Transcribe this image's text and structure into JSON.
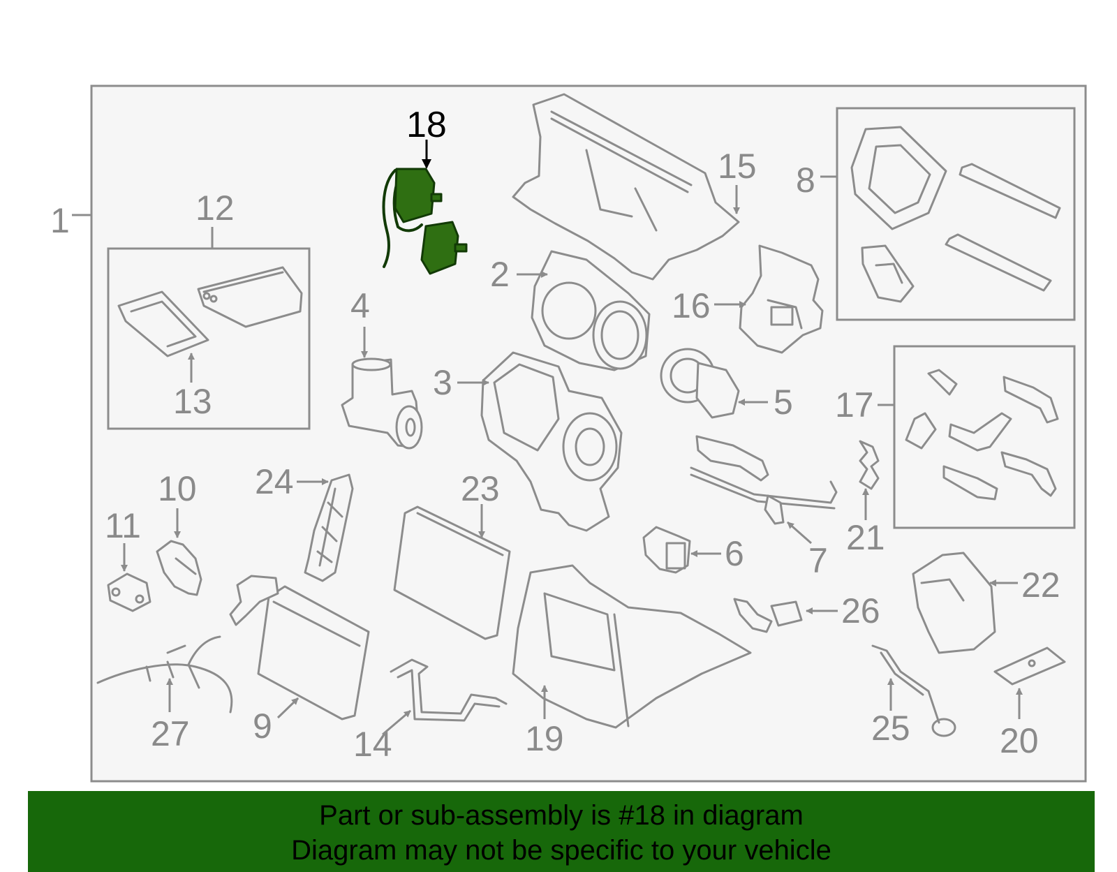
{
  "diagram": {
    "labels": {
      "l1": "1",
      "l2": "2",
      "l3": "3",
      "l4": "4",
      "l5": "5",
      "l6": "6",
      "l7": "7",
      "l8": "8",
      "l9": "9",
      "l10": "10",
      "l11": "11",
      "l12": "12",
      "l13": "13",
      "l14": "14",
      "l15": "15",
      "l16": "16",
      "l17": "17",
      "l18": "18",
      "l19": "19",
      "l20": "20",
      "l21": "21",
      "l22": "22",
      "l23": "23",
      "l24": "24",
      "l25": "25",
      "l26": "26",
      "l27": "27"
    },
    "highlighted_part": "18",
    "colors": {
      "highlight": "#2f6f12",
      "banner": "#17680a",
      "line": "#8c8c8c",
      "background": "#f6f6f6"
    }
  },
  "banner": {
    "line1": "Part or sub-assembly is #18 in diagram",
    "line2": "Diagram may not be specific to your vehicle"
  }
}
